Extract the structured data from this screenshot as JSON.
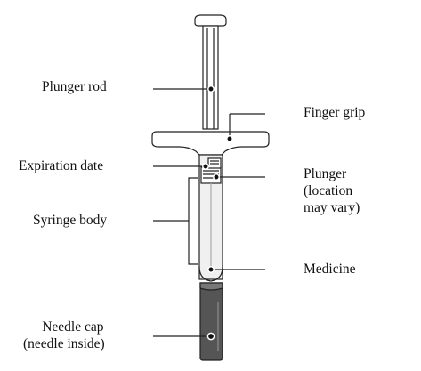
{
  "labels": {
    "plunger_rod": "Plunger rod",
    "finger_grip": "Finger grip",
    "expiration_date": "Expiration date",
    "plunger": [
      "Plunger",
      "(location",
      "may vary)"
    ],
    "syringe_body": "Syringe body",
    "medicine": "Medicine",
    "needle_cap": [
      "Needle cap",
      "(needle inside)"
    ]
  },
  "colors": {
    "line": "#222222",
    "body_fill": "#f0f0f0",
    "cap_fill": "#555555",
    "grip_fill": "#ffffff"
  }
}
